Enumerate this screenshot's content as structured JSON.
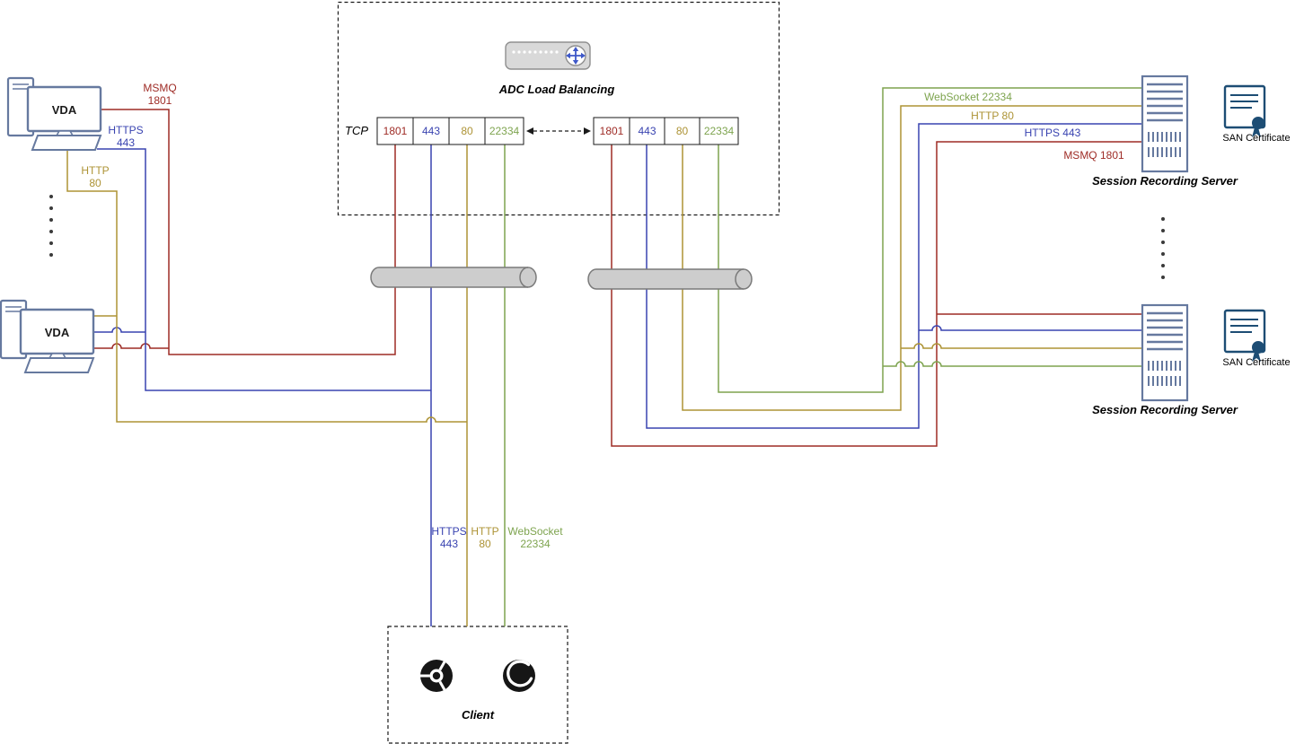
{
  "colors": {
    "msmq_red": "#9E2B25",
    "https_blue": "#3943B0",
    "http_olive": "#AD9335",
    "websocket_green": "#7EA44F",
    "pipe_gray": "#CDCDCD",
    "icon_bluegray": "#66799F",
    "certificate_navy": "#1D4D74"
  },
  "adc": {
    "title": "ADC Load Balancing",
    "protocol": "TCP",
    "ports_left": [
      "1801",
      "443",
      "80",
      "22334"
    ],
    "ports_right": [
      "1801",
      "443",
      "80",
      "22334"
    ]
  },
  "vda": {
    "first": "VDA",
    "second": "VDA"
  },
  "vda_links": {
    "msmq": {
      "l1": "MSMQ",
      "l2": "1801"
    },
    "https": {
      "l1": "HTTPS",
      "l2": "443"
    },
    "http": {
      "l1": "HTTP",
      "l2": "80"
    }
  },
  "server_links": {
    "websocket": "WebSocket  22334",
    "http": "HTTP 80",
    "https": "HTTPS  443",
    "msmq": "MSMQ  1801"
  },
  "servers": {
    "first": "Session Recording Server",
    "second": "Session Recording Server",
    "san_first": "SAN Certificate",
    "san_second": "SAN Certificate"
  },
  "client": {
    "title": "Client",
    "https": {
      "l1": "HTTPS",
      "l2": "443"
    },
    "http": {
      "l1": "HTTP",
      "l2": "80"
    },
    "websocket": {
      "l1": "WebSocket",
      "l2": "22334"
    }
  },
  "icons": {
    "load_balancer": "adc-appliance-icon",
    "vda": "desktop-computer-icon",
    "server": "rack-server-icon",
    "certificate": "san-certificate-icon",
    "network_segment": "pipe-cylinder-icon",
    "browsers": [
      "chrome-icon",
      "firefox-icon"
    ]
  },
  "connections": [
    {
      "from": "VDA",
      "to": "ADC Load Balancing",
      "protocol": "MSMQ",
      "port": "1801"
    },
    {
      "from": "VDA",
      "to": "ADC Load Balancing",
      "protocol": "HTTPS",
      "port": "443"
    },
    {
      "from": "VDA",
      "to": "ADC Load Balancing",
      "protocol": "HTTP",
      "port": "80"
    },
    {
      "from": "Client",
      "to": "ADC Load Balancing",
      "protocol": "HTTPS",
      "port": "443"
    },
    {
      "from": "Client",
      "to": "ADC Load Balancing",
      "protocol": "HTTP",
      "port": "80"
    },
    {
      "from": "Client",
      "to": "ADC Load Balancing",
      "protocol": "WebSocket",
      "port": "22334"
    },
    {
      "from": "ADC Load Balancing",
      "to": "Session Recording Server",
      "protocol": "WebSocket",
      "port": "22334"
    },
    {
      "from": "ADC Load Balancing",
      "to": "Session Recording Server",
      "protocol": "HTTP",
      "port": "80"
    },
    {
      "from": "ADC Load Balancing",
      "to": "Session Recording Server",
      "protocol": "HTTPS",
      "port": "443"
    },
    {
      "from": "ADC Load Balancing",
      "to": "Session Recording Server",
      "protocol": "MSMQ",
      "port": "1801"
    }
  ]
}
